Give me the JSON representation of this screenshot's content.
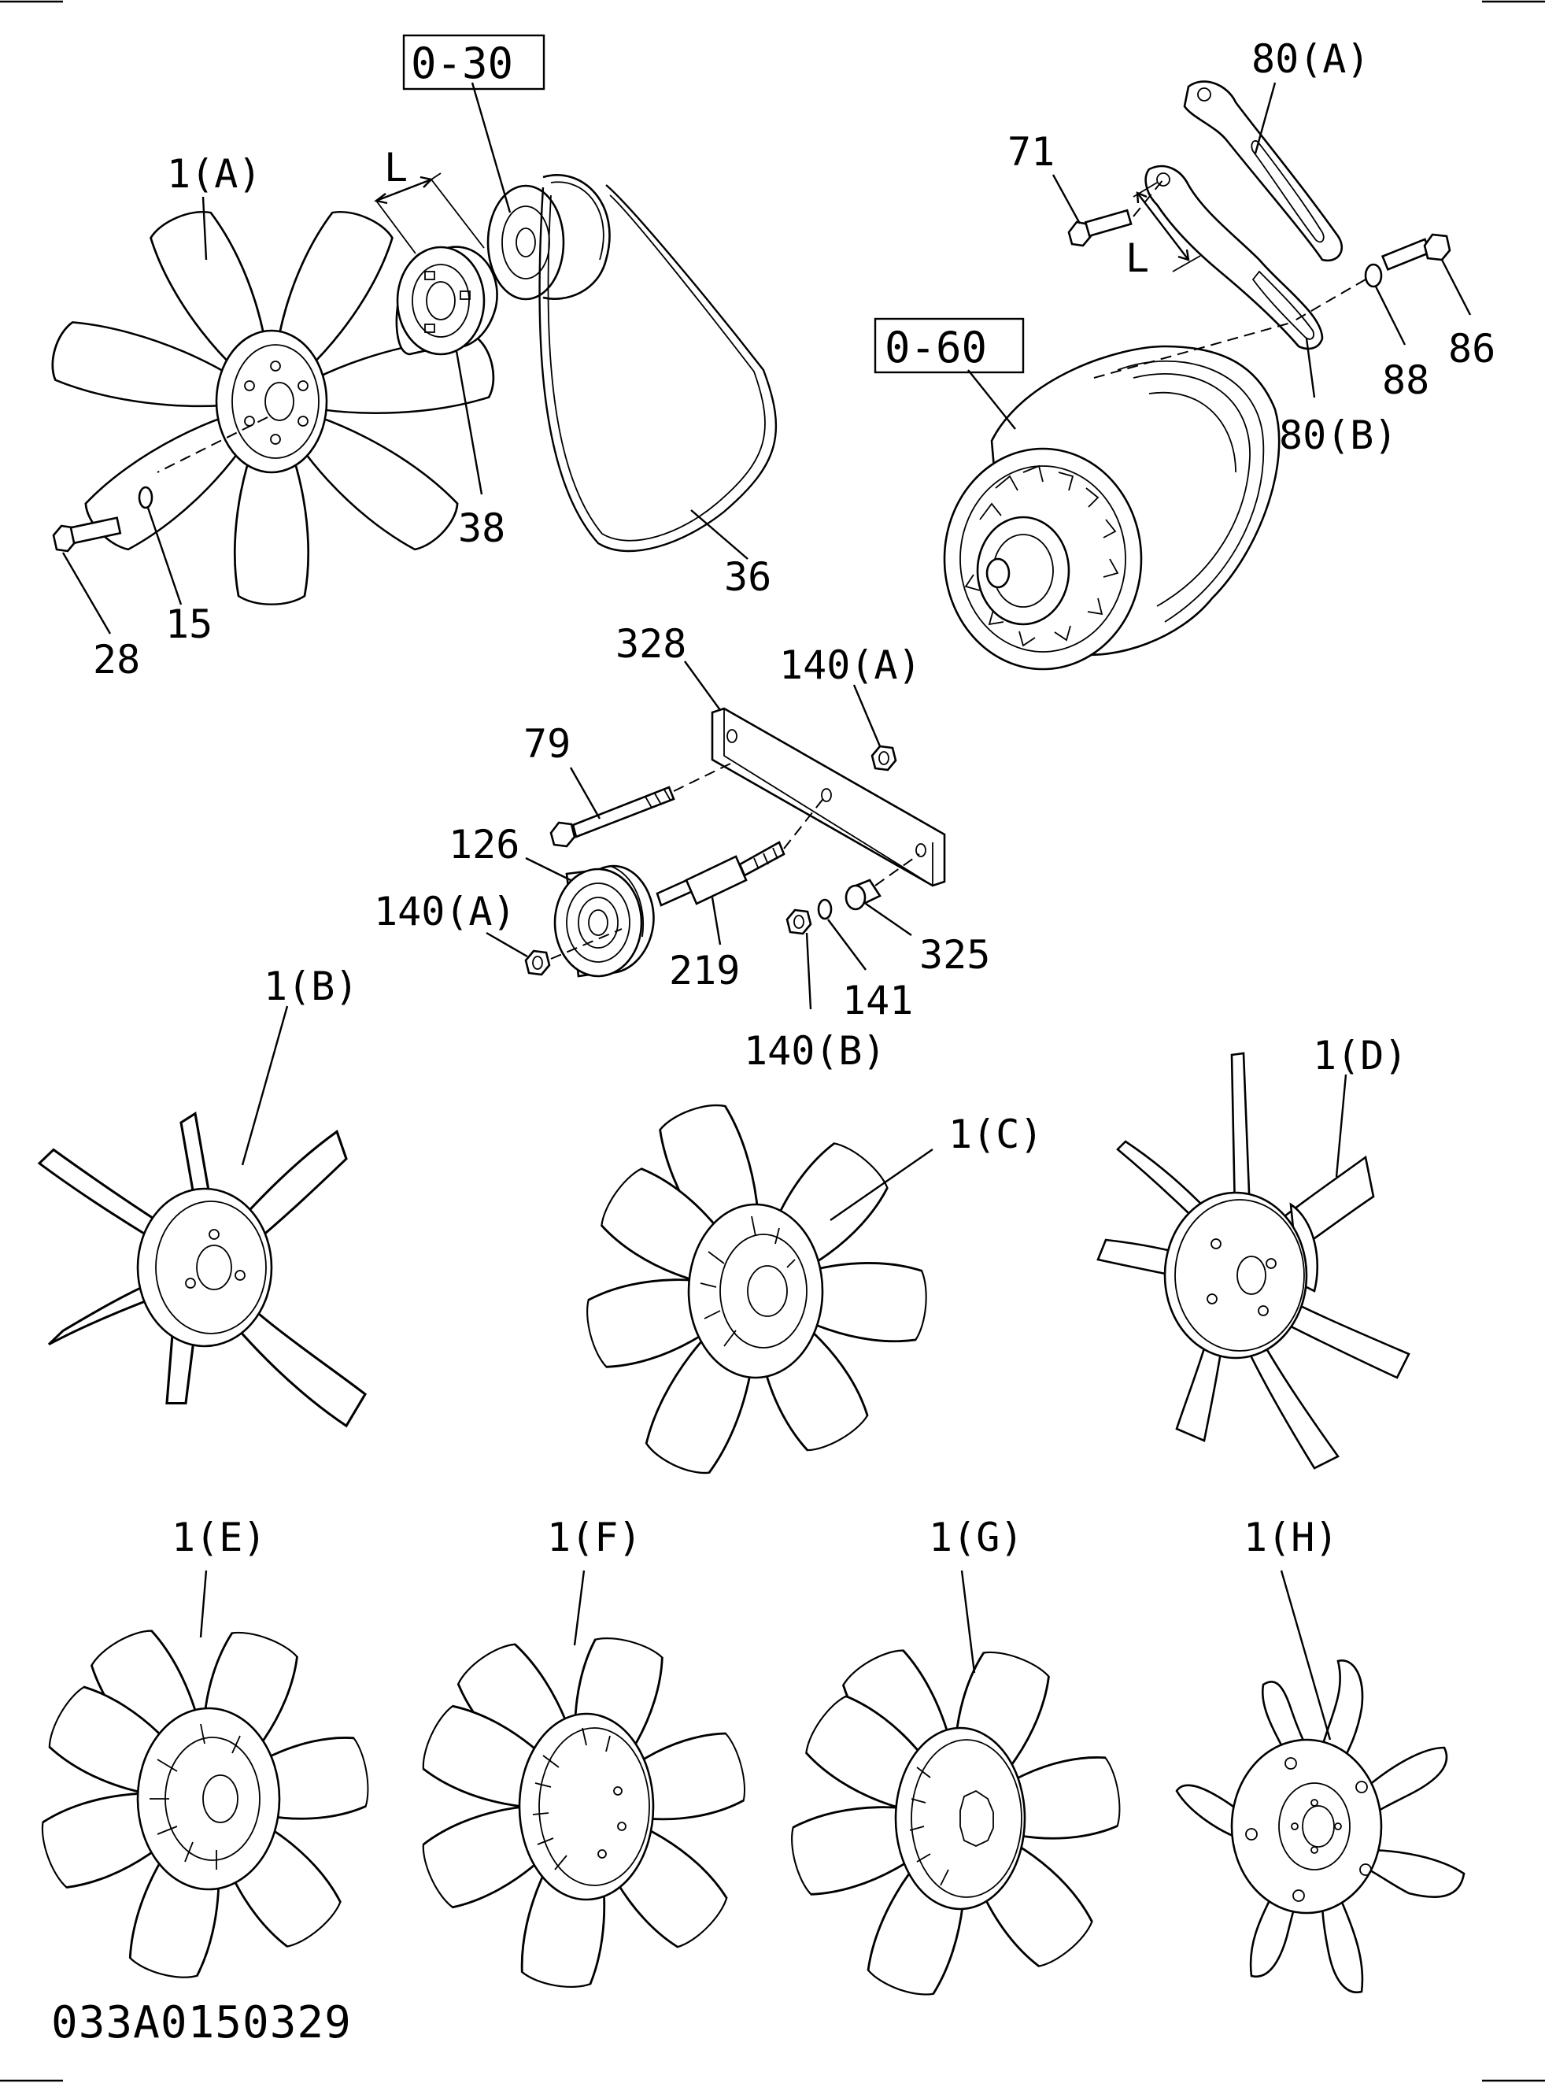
{
  "reference_boxes": [
    "0-30",
    "0-60"
  ],
  "part_labels": {
    "fan_a": "1(A)",
    "dimension_l_left": "L",
    "bolt_28": "28",
    "washer_15": "15",
    "idler_38": "38",
    "belt_36": "36",
    "bolt_71": "71",
    "bracket_80a": "80(A)",
    "dimension_l_right": "L",
    "bolt_86": "86",
    "washer_88": "88",
    "bracket_80b": "80(B)",
    "plate_328": "328",
    "nut_140a_top": "140(A)",
    "bolt_79": "79",
    "pulley_126": "126",
    "nut_140a_left": "140(A)",
    "shaft_219": "219",
    "washer_141": "141",
    "spacer_325": "325",
    "nut_140b": "140(B)",
    "fan_b": "1(B)",
    "fan_c": "1(C)",
    "fan_d": "1(D)",
    "fan_e": "1(E)",
    "fan_f": "1(F)",
    "fan_g": "1(G)",
    "fan_h": "1(H)"
  },
  "drawing_code": "033A0150329"
}
